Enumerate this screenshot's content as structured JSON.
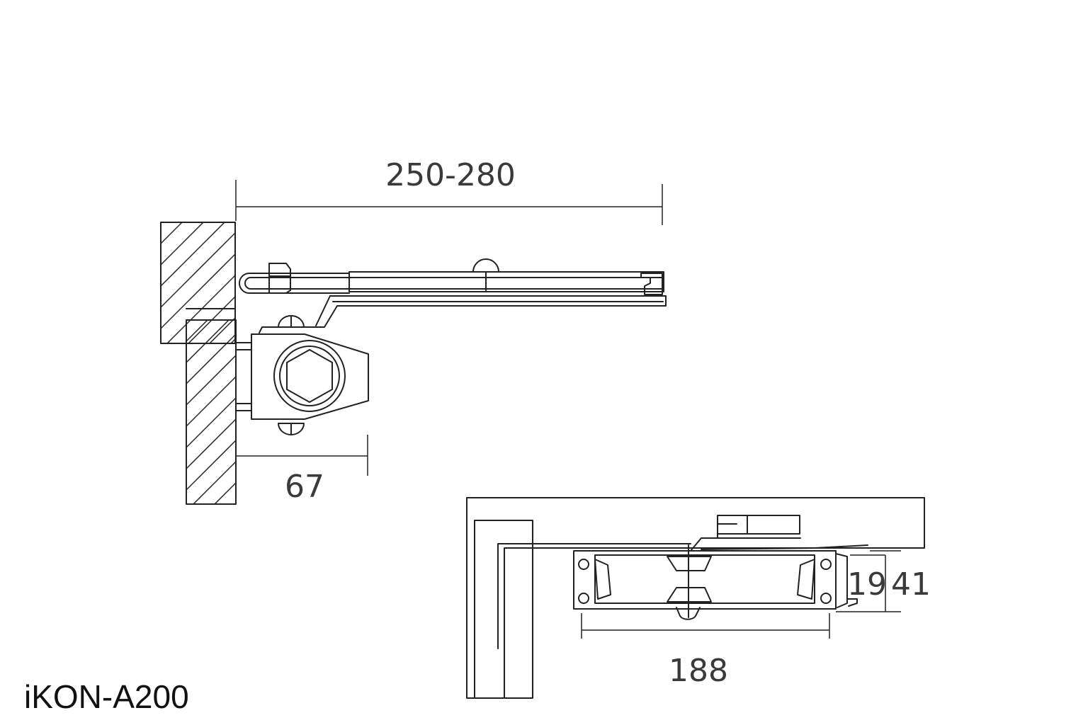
{
  "model_label": "iKON-A200",
  "dimensions": {
    "arm_length": "250-280",
    "body_depth": "67",
    "body_length": "188",
    "height_inner": "19",
    "height_outer": "41"
  },
  "colors": {
    "line": "#222222",
    "dimension_text": "#3a3a3a",
    "background": "#ffffff"
  }
}
